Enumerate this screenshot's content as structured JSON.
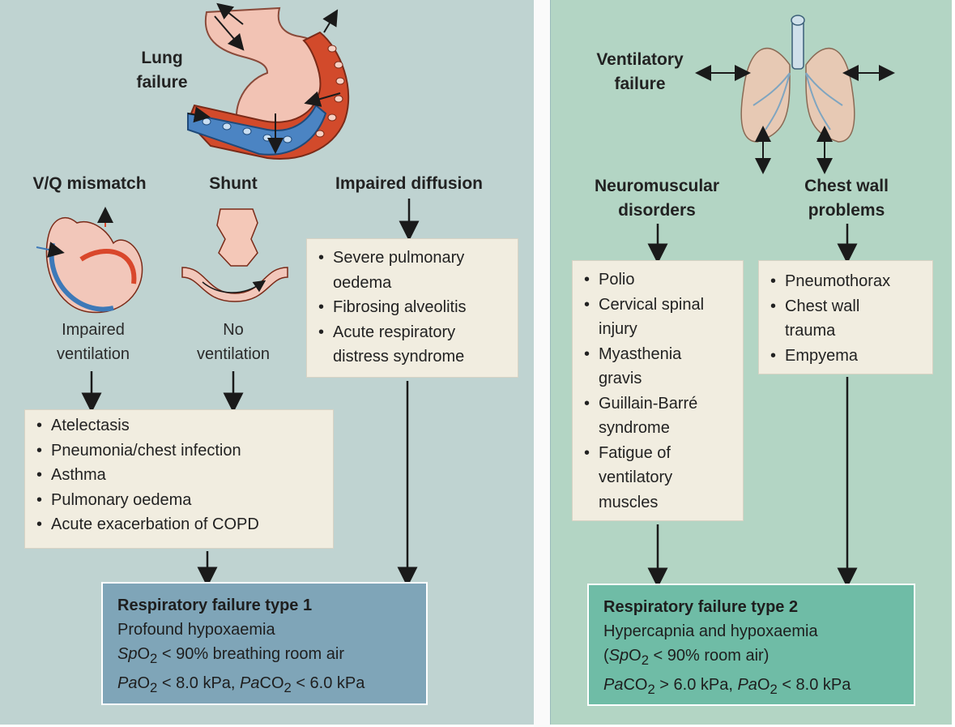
{
  "left": {
    "lung_failure": "Lung\nfailure",
    "vq_mismatch": "V/Q mismatch",
    "shunt": "Shunt",
    "impaired_diffusion": "Impaired diffusion",
    "impaired_ventilation": "Impaired\nventilation",
    "no_ventilation": "No\nventilation",
    "diffusion_causes": [
      "Severe pulmonary\noedema",
      "Fibrosing alveolitis",
      "Acute respiratory\ndistress syndrome"
    ],
    "ventilation_causes": [
      "Atelectasis",
      "Pneumonia/chest infection",
      "Asthma",
      "Pulmonary oedema",
      "Acute exacerbation of COPD"
    ],
    "result": {
      "title": "Respiratory failure type 1",
      "line1": "Profound hypoxaemia",
      "line2_a": "Sp",
      "line2_b": "O",
      "line2_sub": "2",
      "line2_c": " < 90% breathing room air",
      "line3_a": "Pa",
      "line3_b": "O",
      "line3_sub1": "2",
      "line3_c": " < 8.0 kPa, ",
      "line3_d": "Pa",
      "line3_e": "CO",
      "line3_sub2": "2",
      "line3_f": " < 6.0 kPa"
    }
  },
  "right": {
    "ventilatory_failure": "Ventilatory\nfailure",
    "neuromuscular": "Neuromuscular\ndisorders",
    "chest_wall": "Chest wall\nproblems",
    "neuromuscular_causes": [
      "Polio",
      "Cervical spinal\ninjury",
      "Myasthenia\ngravis",
      "Guillain-Barré\nsyndrome",
      "Fatigue of\nventilatory\nmuscles"
    ],
    "chest_wall_causes": [
      "Pneumothorax",
      "Chest wall\ntrauma",
      "Empyema"
    ],
    "result": {
      "title": "Respiratory failure type 2",
      "line1": "Hypercapnia and hypoxaemia",
      "line2_a": "(",
      "line2_b": "Sp",
      "line2_c": "O",
      "line2_sub": "2",
      "line2_d": " < 90% room air)",
      "line3_a": "Pa",
      "line3_b": "CO",
      "line3_sub1": "2",
      "line3_c": " > 6.0 kPa, ",
      "line3_d": "Pa",
      "line3_e": "O",
      "line3_sub2": "2",
      "line3_f": " < 8.0 kPa"
    }
  },
  "colors": {
    "left_bg": "#bfd3d1",
    "right_bg": "#b3d5c4",
    "box_bg": "#f1ede0",
    "type1_bg": "#7fa5b8",
    "type2_bg": "#6fbca6",
    "arterial": "#d9472b",
    "venous": "#3d79b8",
    "alveolus": "#f4c4b8",
    "lung": "#e7c9b4"
  }
}
